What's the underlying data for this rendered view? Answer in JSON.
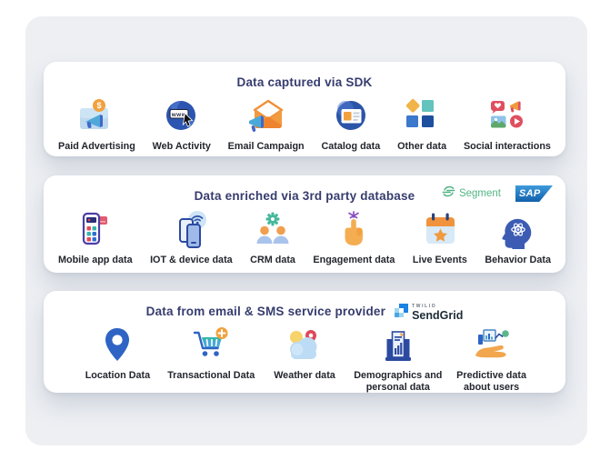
{
  "colors": {
    "page_bg": "#ffffff",
    "panel_bg": "#edeff3",
    "card_bg": "#ffffff",
    "title_color": "#363c6e",
    "label_color": "#23262e",
    "segment_green": "#53b584",
    "sap_blue": "#1261ab",
    "sendgrid_blue": "#1a82e2"
  },
  "cards": [
    {
      "title": "Data captured via SDK",
      "items": [
        {
          "label": "Paid Advertising",
          "icon": "paid-advertising-icon",
          "icon_text": "$"
        },
        {
          "label": "Web Activity",
          "icon": "web-activity-icon",
          "icon_text": "www"
        },
        {
          "label": "Email Campaign",
          "icon": "email-campaign-icon"
        },
        {
          "label": "Catalog data",
          "icon": "catalog-data-icon"
        },
        {
          "label": "Other data",
          "icon": "other-data-icon"
        },
        {
          "label": "Social interactions",
          "icon": "social-interactions-icon"
        }
      ]
    },
    {
      "title": "Data enriched via  3rd party database",
      "logos": {
        "segment": {
          "label": "Segment",
          "icon": "segment-logo-icon"
        },
        "sap": {
          "label": "SAP",
          "icon": "sap-logo"
        }
      },
      "items": [
        {
          "label": "Mobile app data",
          "icon": "mobile-app-data-icon"
        },
        {
          "label": "IOT & device data",
          "icon": "iot-device-data-icon"
        },
        {
          "label": "CRM data",
          "icon": "crm-data-icon"
        },
        {
          "label": "Engagement data",
          "icon": "engagement-data-icon"
        },
        {
          "label": "Live Events",
          "icon": "live-events-icon"
        },
        {
          "label": "Behavior Data",
          "icon": "behavior-data-icon"
        }
      ]
    },
    {
      "title": "Data from email & SMS service provider",
      "logos": {
        "sendgrid": {
          "label": "SendGrid",
          "super_label": "TWILIO",
          "icon": "sendgrid-logo-icon"
        }
      },
      "items": [
        {
          "label": "Location Data",
          "icon": "location-data-icon"
        },
        {
          "label": "Transactional Data",
          "icon": "transactional-data-icon"
        },
        {
          "label": "Weather data",
          "icon": "weather-data-icon"
        },
        {
          "label": "Demographics and personal data",
          "icon": "demographics-personal-data-icon"
        },
        {
          "label": "Predictive data about users",
          "icon": "predictive-data-about-users-icon"
        }
      ]
    }
  ]
}
